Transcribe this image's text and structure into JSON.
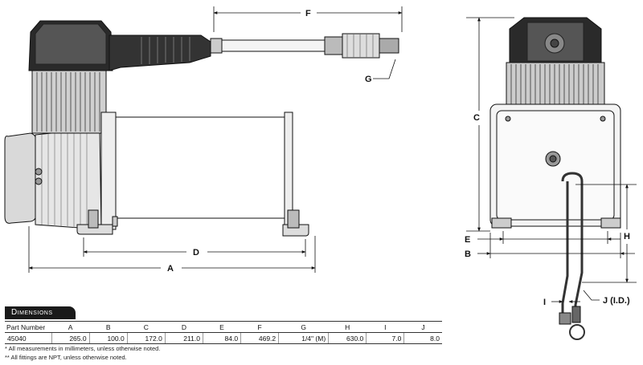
{
  "section_title": "Dimensions",
  "dimension_labels": [
    "A",
    "B",
    "C",
    "D",
    "E",
    "F",
    "G",
    "H",
    "I",
    "J (I.D.)"
  ],
  "table": {
    "columns": [
      "Part Number",
      "A",
      "B",
      "C",
      "D",
      "E",
      "F",
      "G",
      "H",
      "I",
      "J"
    ],
    "rows": [
      [
        "45040",
        "265.0",
        "100.0",
        "172.0",
        "211.0",
        "84.0",
        "469.2",
        "1/4\" (M)",
        "630.0",
        "7.0",
        "8.0"
      ]
    ]
  },
  "notes": [
    "* All measurements in millimeters, unless otherwise noted.",
    "** All fittings are NPT, unless otherwise noted."
  ]
}
